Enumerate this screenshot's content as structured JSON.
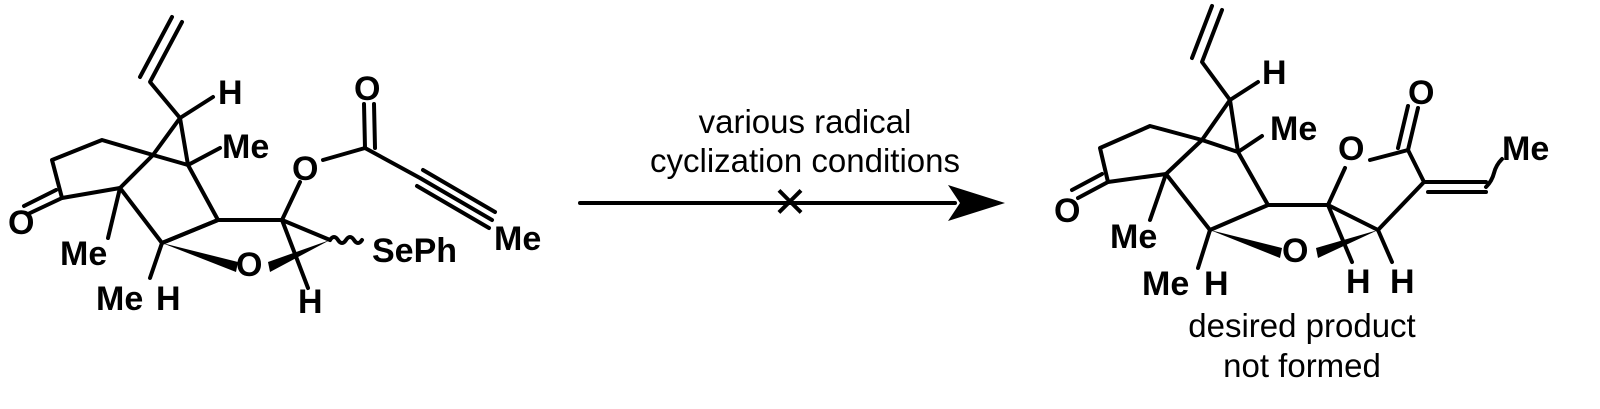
{
  "reaction": {
    "conditions": [
      "various radical",
      "cyclization conditions"
    ],
    "blocked_mark": "×",
    "outcome": [
      "desired product",
      "not formed"
    ]
  },
  "reactant_labels": {
    "h_top": "H",
    "me_bridge": "Me",
    "me_left": "Me",
    "me_bottom": "Me",
    "h_bottom": "H",
    "oxygen_ketone": "O",
    "oxygen_ring": "O",
    "oxygen_ester": "O",
    "oxygen_carbonyl": "O",
    "seph": "SePh",
    "h_seph": "H",
    "me_alkyne": "Me"
  },
  "product_labels": {
    "h_top": "H",
    "me_bridge": "Me",
    "me_left": "Me",
    "me_bottom": "Me",
    "h_bottom_left": "H",
    "oxygen_ketone": "O",
    "oxygen_ring": "O",
    "oxygen_lactone": "O",
    "oxygen_carbonyl": "O",
    "h_bottom_mid": "H",
    "h_bottom_right": "H",
    "me_alkene": "Me"
  }
}
